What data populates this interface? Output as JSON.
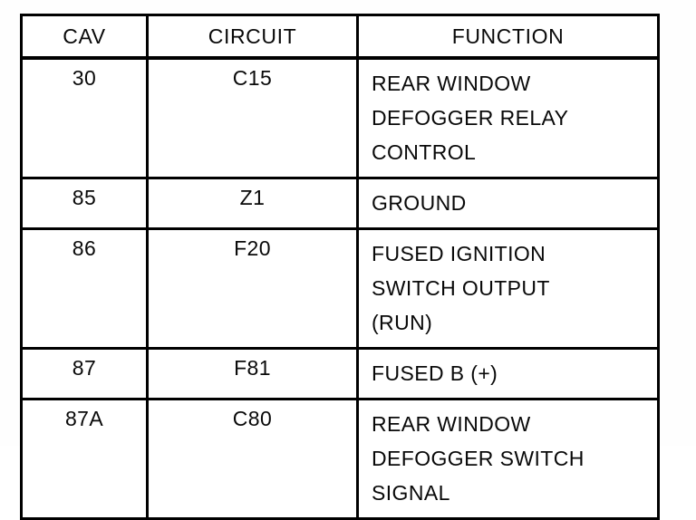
{
  "table": {
    "name": "relay-cavity-assignment-table",
    "columns": [
      {
        "key": "cav",
        "label": "CAV"
      },
      {
        "key": "circuit",
        "label": "CIRCUIT"
      },
      {
        "key": "func",
        "label": "FUNCTION"
      }
    ],
    "rows": [
      {
        "cav": "30",
        "circuit": "C15",
        "function": "REAR WINDOW\nDEFOGGER RELAY\nCONTROL"
      },
      {
        "cav": "85",
        "circuit": "Z1",
        "function": "GROUND"
      },
      {
        "cav": "86",
        "circuit": "F20",
        "function": "FUSED IGNITION\nSWITCH OUTPUT\n(RUN)"
      },
      {
        "cav": "87",
        "circuit": "F81",
        "function": "FUSED B (+)"
      },
      {
        "cav": "87A",
        "circuit": "C80",
        "function": "REAR WINDOW\nDEFOGGER SWITCH\nSIGNAL"
      }
    ]
  },
  "colors": {
    "page_background": "#fefefe",
    "table_background": "#ffffff",
    "rule": "#000000",
    "text": "#090909"
  }
}
